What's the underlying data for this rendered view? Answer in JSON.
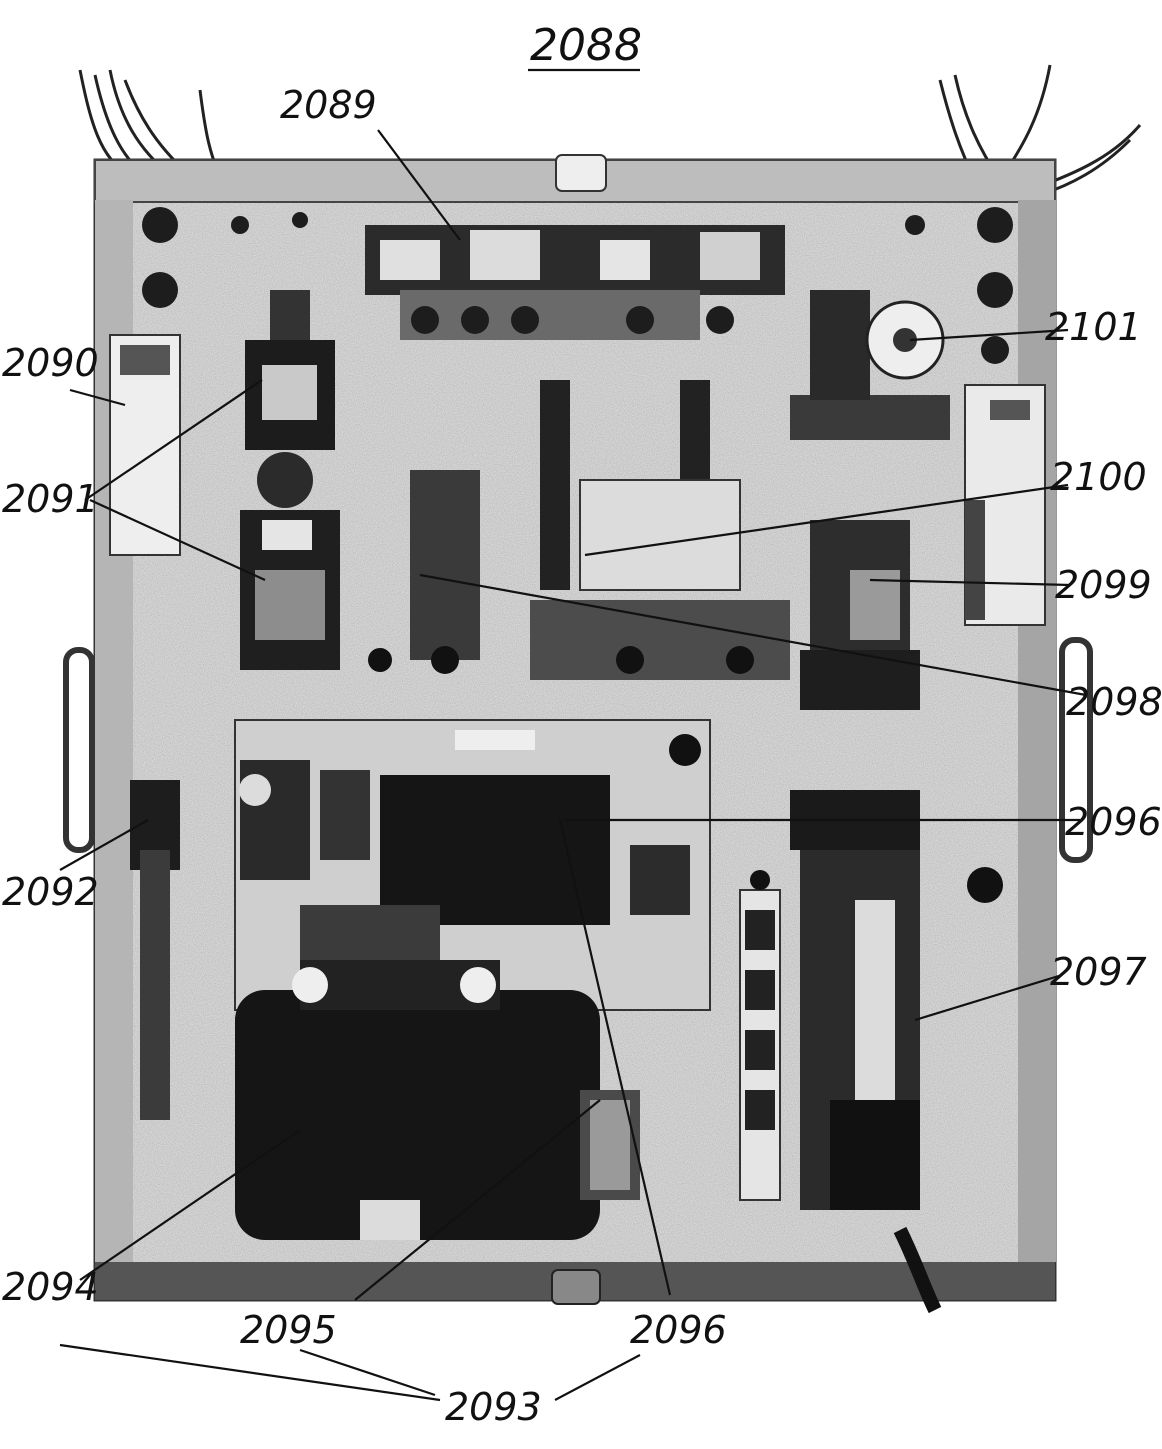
{
  "figure": {
    "title": "2088",
    "labels": {
      "l2089": "2089",
      "l2090": "2090",
      "l2091": "2091",
      "l2092": "2092",
      "l2093": "2093",
      "l2094": "2094",
      "l2095": "2095",
      "l2096a": "2096",
      "l2096b": "2096",
      "l2097": "2097",
      "l2098": "2098",
      "l2099": "2099",
      "l2100": "2100",
      "l2101": "2101"
    }
  },
  "colors": {
    "ink": "#111111",
    "panel": "#d9d9d9",
    "dark": "#1a1a1a",
    "mid": "#6e6e6e",
    "light": "#f2f2f2"
  }
}
